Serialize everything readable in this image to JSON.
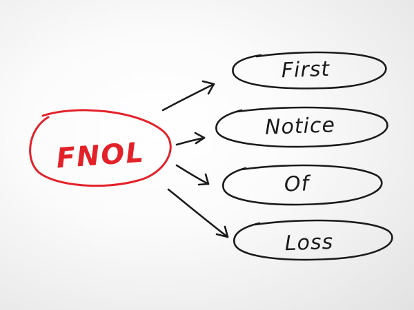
{
  "acronym": {
    "text": "FNOL",
    "color": "#e32129"
  },
  "words": [
    {
      "text": "First"
    },
    {
      "text": "Notice"
    },
    {
      "text": "Of"
    },
    {
      "text": "Loss"
    }
  ],
  "ink_color": "#1a1a1a"
}
